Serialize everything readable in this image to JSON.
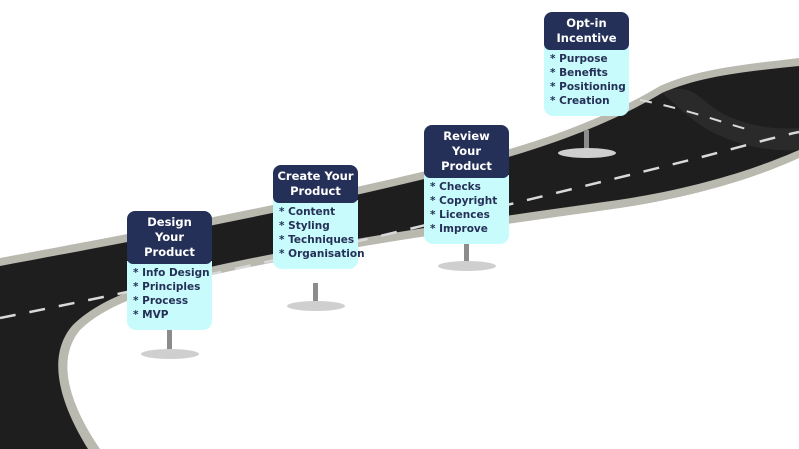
{
  "signs": [
    {
      "title_lines": [
        "Design Your",
        "Product"
      ],
      "items": [
        "* Info Design",
        "* Principles",
        "* Process",
        "* MVP"
      ]
    },
    {
      "title_lines": [
        "Create Your",
        "Product"
      ],
      "items": [
        "* Content",
        "* Styling",
        "* Techniques",
        "* Organisation"
      ]
    },
    {
      "title_lines": [
        "Review",
        "Your",
        "Product"
      ],
      "items": [
        "* Checks",
        "* Copyright",
        "* Licences",
        "* Improve"
      ]
    },
    {
      "title_lines": [
        "Opt-in",
        "Incentive"
      ],
      "items": [
        "* Purpose",
        "* Benefits",
        "* Positioning",
        "* Creation"
      ]
    }
  ],
  "colors": {
    "sign_header": "#243057",
    "sign_body": "#c8fbfb",
    "road": "#1f1f1f",
    "road_edge": "#bdbdb5",
    "lane_marking": "#d9d9d9"
  }
}
